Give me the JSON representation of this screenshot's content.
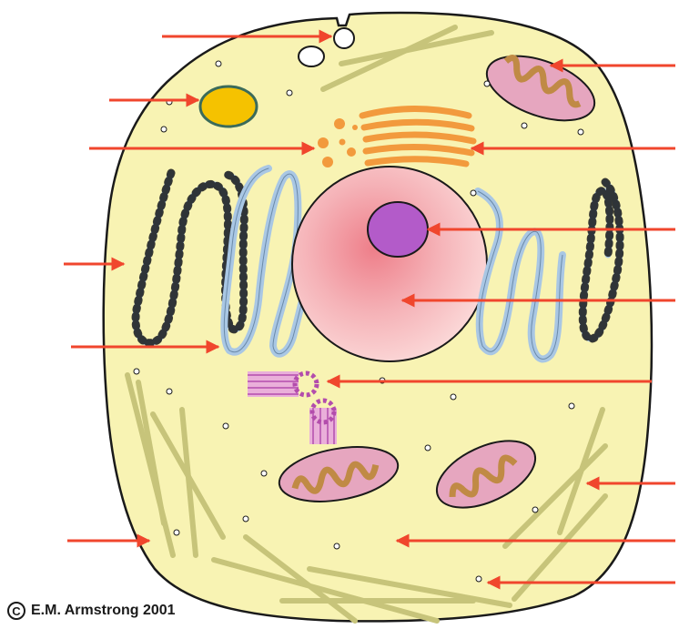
{
  "figure": {
    "credit_symbol": "C",
    "credit_text": "E.M. Armstrong 2001",
    "colors": {
      "cytoplasm": "#f8f3b3",
      "outline": "#1a1a1a",
      "arrow": "#f0462d",
      "er": "#a9c7e4",
      "nucleus": "#f7b8bc",
      "nucleolus": "#b35bc9",
      "golgi": "#f29a3d",
      "vacuole": "#f5c200",
      "mitochondria_outer": "#e6a6bf",
      "mitochondria_inner": "#c08a45",
      "cytoskeleton": "#c7c47a",
      "centriole": "#e8a2e0"
    },
    "structures": [
      "cell-membrane-pore",
      "vacuole",
      "vesicles",
      "golgi-apparatus",
      "mitochondrion",
      "rough-er",
      "smooth-er",
      "nucleus",
      "nucleolus",
      "centrioles",
      "cytoskeleton",
      "cytoplasm",
      "ribosome"
    ]
  }
}
